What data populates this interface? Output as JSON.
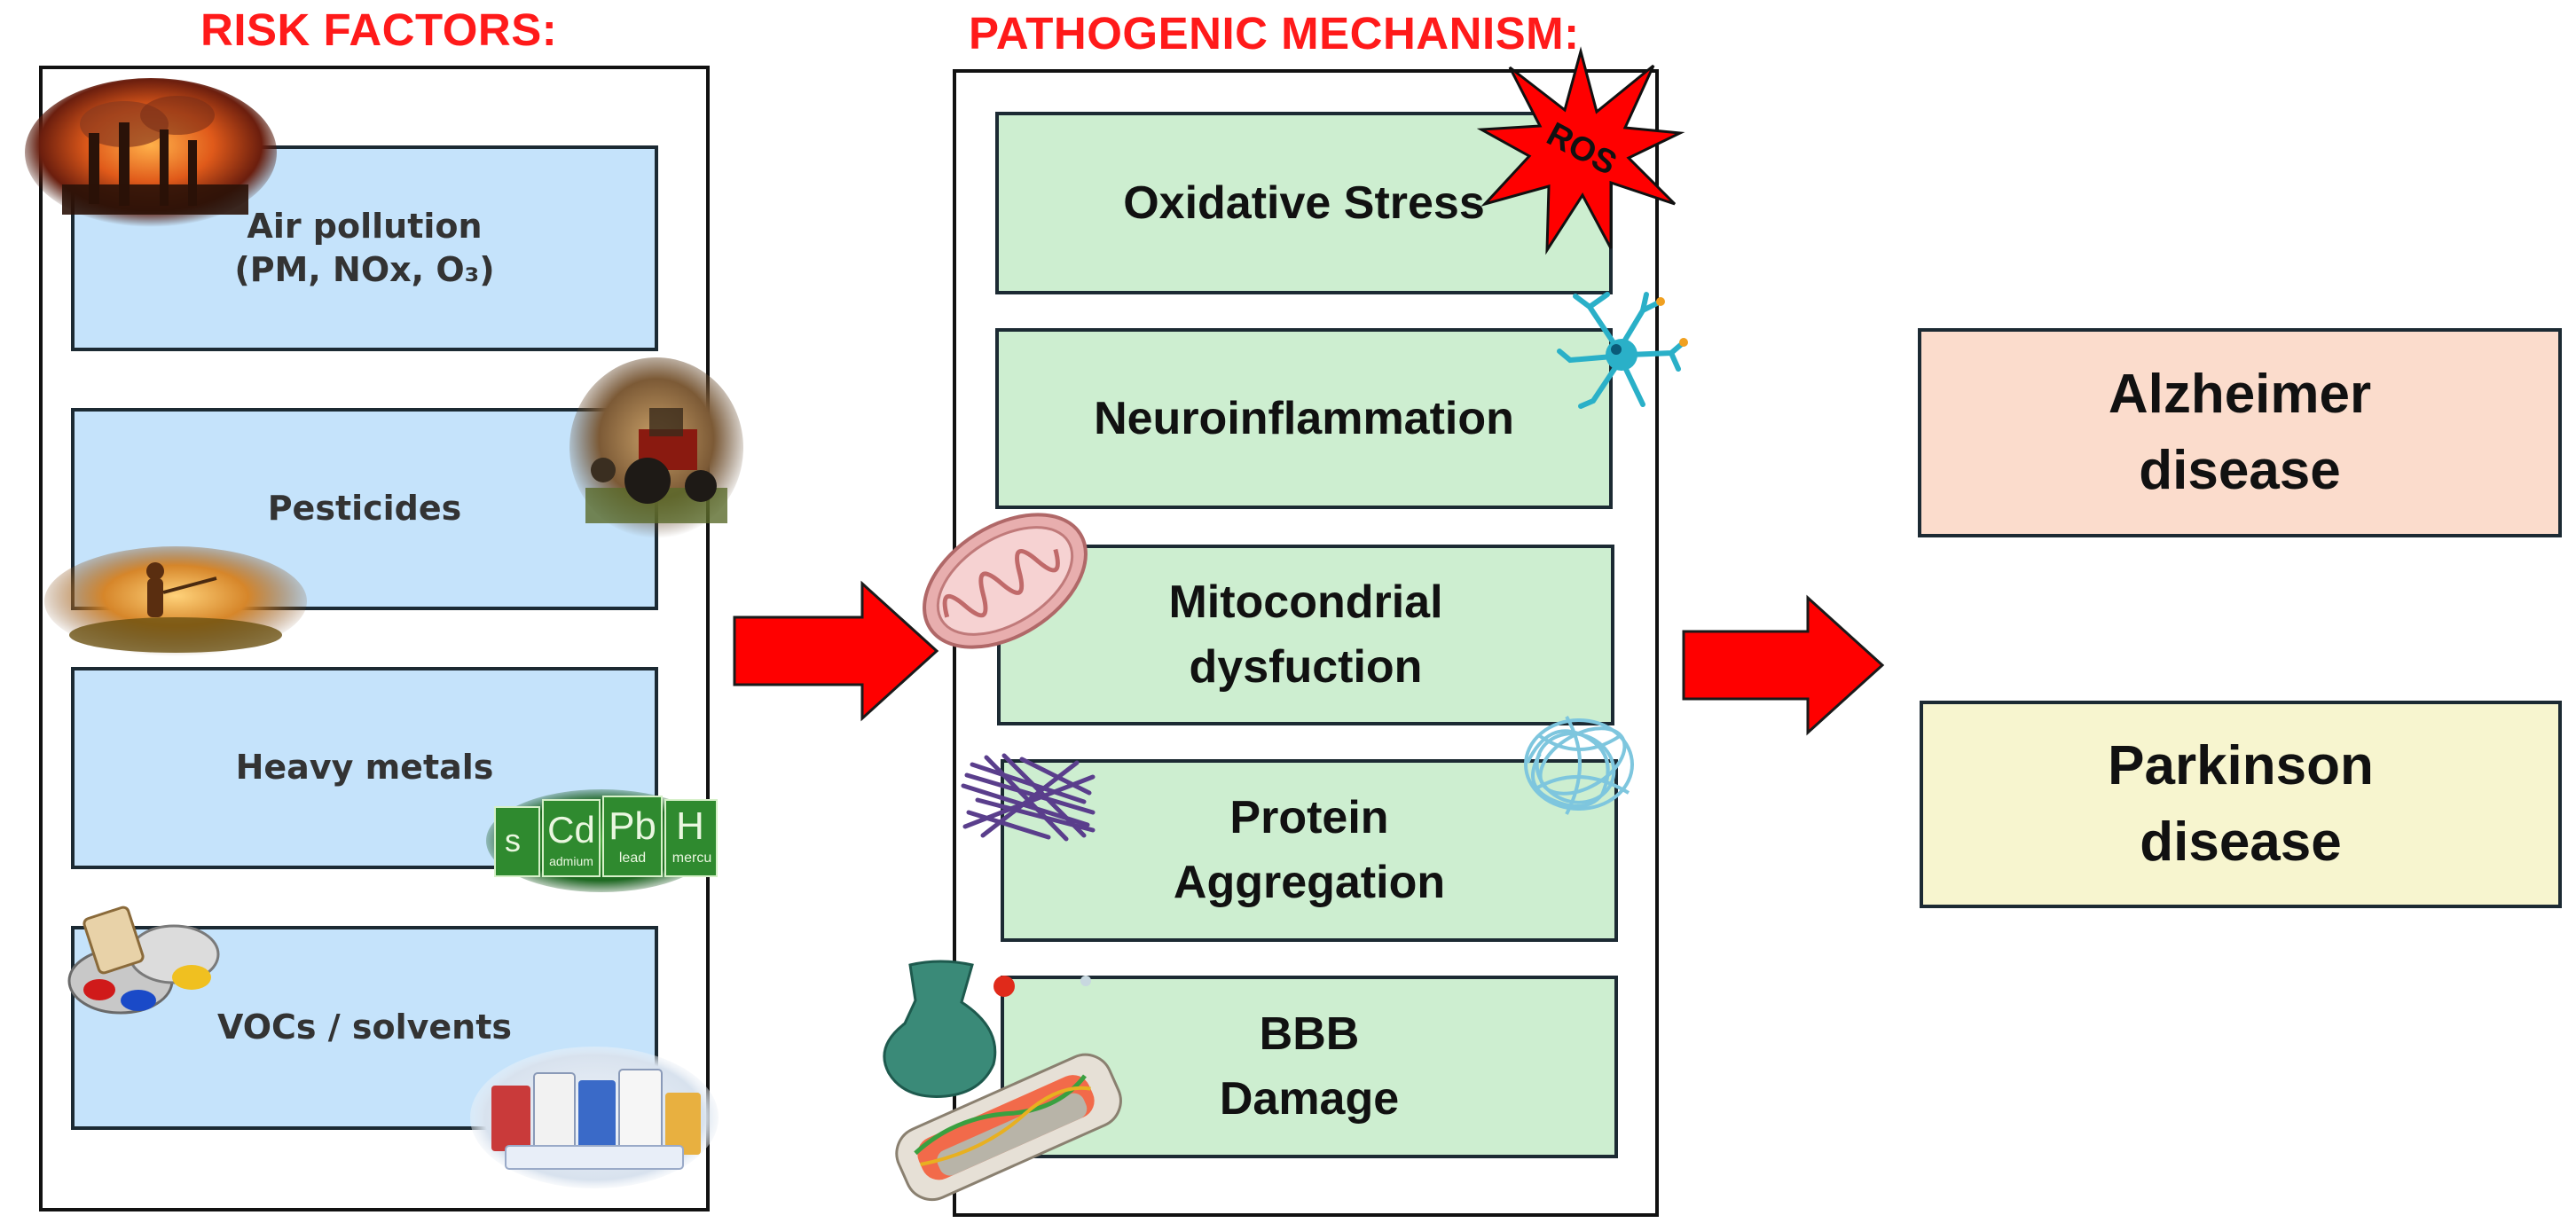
{
  "risk_factors": {
    "heading": "RISK FACTORS:",
    "items": [
      {
        "lines": [
          "Air pollution",
          "(PM, NOx, O₃)"
        ]
      },
      {
        "lines": [
          "Pesticides"
        ]
      },
      {
        "lines": [
          "Heavy metals"
        ]
      },
      {
        "lines": [
          "VOCs / solvents"
        ]
      }
    ],
    "element_symbols": [
      "s",
      "Cd",
      "Pb",
      "H"
    ],
    "element_names": [
      "admium",
      "lead",
      "mercu"
    ]
  },
  "pathogenic_mechanism": {
    "heading": "PATHOGENIC MECHANISM:",
    "ros_label": "ROS",
    "items": [
      {
        "lines": [
          "Oxidative Stress"
        ]
      },
      {
        "lines": [
          "Neuroinflammation"
        ]
      },
      {
        "lines": [
          "Mitocondrial",
          "dysfuction"
        ]
      },
      {
        "lines": [
          "Protein",
          "Aggregation"
        ]
      },
      {
        "lines": [
          "BBB",
          "Damage"
        ]
      }
    ]
  },
  "diseases": [
    {
      "lines": [
        "Alzheimer",
        "disease"
      ],
      "color": "#fbdccc"
    },
    {
      "lines": [
        "Parkinson",
        "disease"
      ],
      "color": "#f7f5cf"
    }
  ],
  "colors": {
    "heading": "#ff1a1a",
    "arrow": "#ff0000",
    "risk_box": "#c5e3fb",
    "mechanism_box": "#cdeed0"
  }
}
